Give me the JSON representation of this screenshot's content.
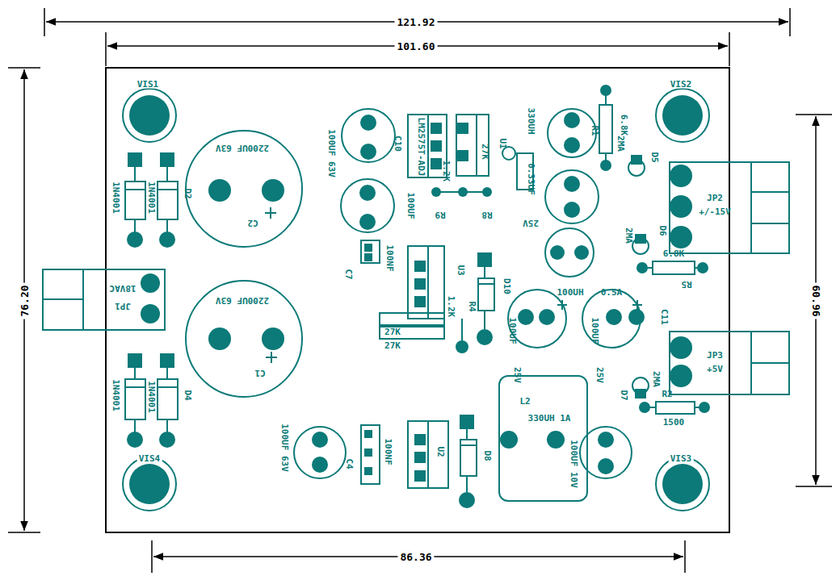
{
  "diagram": {
    "nodes": [
      {
        "text": [
          "JP1",
          "18VAC"
        ]
      },
      {
        "text": [
          "JP2",
          "+/-15V"
        ]
      },
      {
        "text": [
          "JP3",
          "+5V"
        ]
      },
      {
        "text": [
          "L2",
          "330UH 1A"
        ]
      }
    ],
    "labels": [
      "121.92",
      "101.60",
      "76.20",
      "60.96",
      "86.36",
      "VIS1",
      "VIS2",
      "VIS3",
      "VIS4",
      "1N4001",
      "1N4001",
      "D2",
      "2200UF 63V",
      "C2",
      "2200UF 63V",
      "C1",
      "1N4001",
      "1N4001",
      "D4",
      "100UF 63V",
      "C10",
      "LM2575T-ADJ",
      "100UF",
      "1.2K",
      "27K",
      "U1",
      "R9",
      "R8",
      "330UH",
      "0.33UF",
      "25V",
      "R1",
      "6.8K",
      "2MA",
      "D5",
      "2MA",
      "D6",
      "6.8K",
      "R5",
      "C7",
      "100NF",
      "U3",
      "1.2K",
      "27K",
      "27K",
      "R4",
      "D10",
      "100UH",
      "0.5A",
      "100UF",
      "25V",
      "100UF",
      "25V",
      "C11",
      "D7",
      "2MA",
      "R2",
      "1500",
      "100UF 63V",
      "C4",
      "100NF",
      "U2",
      "D8",
      "100UF 10V"
    ]
  }
}
